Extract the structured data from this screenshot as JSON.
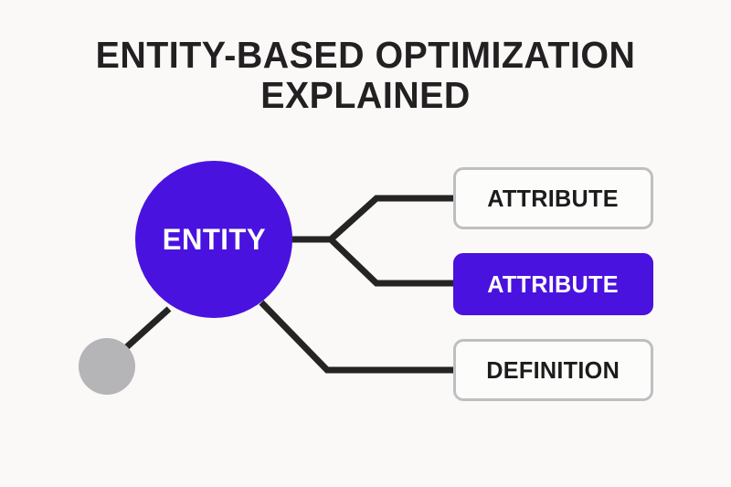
{
  "title": {
    "line1": "ENTITY-BASED OPTIMIZATION",
    "line2": "EXPLAINED"
  },
  "nodes": {
    "entity": {
      "label": "ENTITY",
      "color": "#4a12de",
      "text_color": "#ffffff"
    },
    "secondary": {
      "label": "",
      "color": "#b5b5b7"
    }
  },
  "boxes": [
    {
      "id": "attribute-1",
      "label": "ATTRIBUTE",
      "style": "plain",
      "fill": "#fcfcfb",
      "border": "#bfbfc2",
      "text_color": "#1d1b1c"
    },
    {
      "id": "attribute-2",
      "label": "ATTRIBUTE",
      "style": "accent",
      "fill": "#4a12de",
      "border": "#4a12de",
      "text_color": "#ffffff"
    },
    {
      "id": "definition",
      "label": "DEFINITION",
      "style": "plain",
      "fill": "#fcfcfb",
      "border": "#bfbfc2",
      "text_color": "#1d1b1c"
    }
  ],
  "theme": {
    "background": "#faf9f8",
    "accent": "#4a12de",
    "connector": "#242424",
    "muted": "#b5b5b7",
    "title_color": "#232021"
  }
}
